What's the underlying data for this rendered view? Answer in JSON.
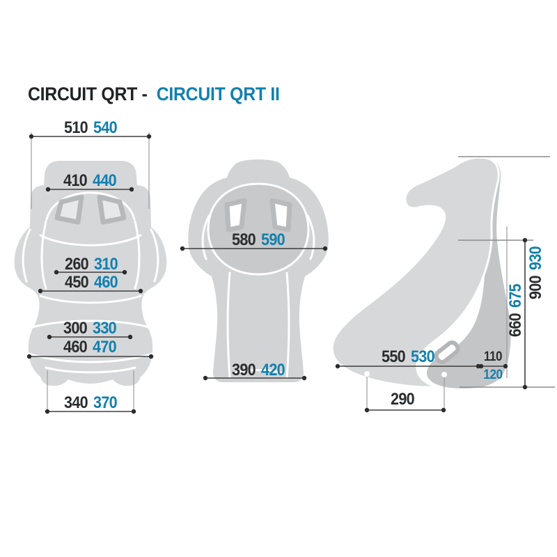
{
  "title": {
    "model_primary": "CIRCUIT QRT -",
    "model_secondary": "CIRCUIT QRT II"
  },
  "colors": {
    "accent_blue": "#1180af",
    "text_black": "#2b2c2e",
    "seat_light_gray": "#d7d8da",
    "seat_dark_gray": "#c4c5c7",
    "hole_outline_gray": "#b7b8ba",
    "dimension_line": "#3e3e3e",
    "reference_line": "#8b8c8e"
  },
  "dims": {
    "front": {
      "overall_width": {
        "qrt": "510",
        "qrt2": "540"
      },
      "headrest_width": {
        "qrt": "410",
        "qrt2": "440"
      },
      "shoulder_inner_width": {
        "qrt": "260",
        "qrt2": "310"
      },
      "shoulder_outer_width": {
        "qrt": "450",
        "qrt2": "460"
      },
      "seat_inner_width": {
        "qrt": "300",
        "qrt2": "330"
      },
      "seat_outer_width": {
        "qrt": "460",
        "qrt2": "470"
      },
      "cushion_width": {
        "qrt": "340",
        "qrt2": "370"
      }
    },
    "back": {
      "max_width": {
        "qrt": "580",
        "qrt2": "590"
      },
      "base_width": {
        "qrt": "390",
        "qrt2": "420"
      }
    },
    "side": {
      "seat_depth": {
        "qrt": "550",
        "qrt2": "530"
      },
      "rear_offset_top": {
        "qrt": "110"
      },
      "rear_offset_bottom": {
        "qrt2": "120"
      },
      "backrest_height": {
        "qrt": "660",
        "qrt2": "675"
      },
      "overall_height": {
        "qrt": "900",
        "qrt2": "930"
      },
      "mount_hole_spacing": {
        "qrt": "290"
      }
    }
  }
}
